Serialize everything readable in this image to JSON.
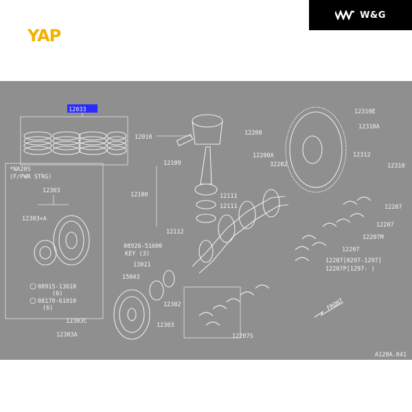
{
  "header": {
    "logo_text": "YAP",
    "brand_text": "W&G",
    "logo_color": "#f2b100",
    "brand_bg": "#000000"
  },
  "diagram": {
    "background": "#8f8f8f",
    "highlight_color": "#2a2aff",
    "highlight_label": "12033",
    "labels": {
      "l12310E": "12310E",
      "l12310A": "12310A",
      "l12312": "12312",
      "l12310": "12310",
      "l12200": "12200",
      "l12200A": "12200A",
      "l32202": "32202",
      "l12010": "12010",
      "l12109": "12109",
      "l12100": "12100",
      "l12111a": "12111",
      "l12111b": "12111",
      "l12112": "12112",
      "l12207a": "12207",
      "l12207b": "12207",
      "l12207M": "12207M",
      "l12207c": "12207",
      "l12207dates": "12207[0297-1297]",
      "l12207P": "12207P[1297-      )",
      "na20s": "*NA20S",
      "fpwr": "(F/PWR STRG)",
      "l12303": "12303",
      "l12303A1": "12303+A",
      "v08915": "08915-13610",
      "v08915q": "(6)",
      "v08170": "08170-61010",
      "v08170q": "(6)",
      "l08926": "08926-51600",
      "key3": "KEY (3)",
      "l13021": "13021",
      "l15043": "15043",
      "l12302": "12302",
      "l12303C": "12303C",
      "l12303b": "12303",
      "l12303A2": "12303A",
      "l12207S": "12207S",
      "front": "FRONT",
      "code": "A120A.041"
    }
  }
}
